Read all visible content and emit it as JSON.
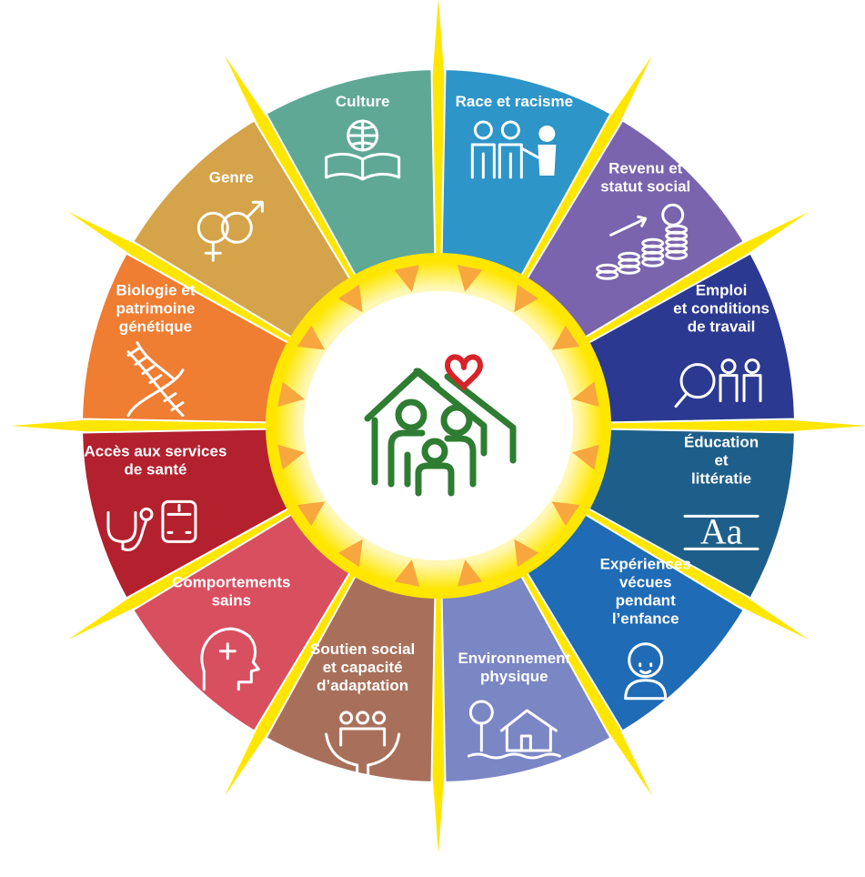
{
  "segments": [
    {
      "id": "race",
      "lines": [
        "Race et racisme"
      ],
      "color": "#2e95c8",
      "icon": "people-pointing-icon"
    },
    {
      "id": "revenu",
      "lines": [
        "Revenu et",
        "statut social"
      ],
      "color": "#7a64ad",
      "icon": "coins-dollar-icon"
    },
    {
      "id": "emploi",
      "lines": [
        "Emploi",
        "et conditions",
        "de travail"
      ],
      "color": "#2b3990",
      "icon": "magnifier-workers-icon"
    },
    {
      "id": "education",
      "lines": [
        "Éducation",
        "et",
        "littératie"
      ],
      "color": "#1d5f8a",
      "icon": "alphabet-aa-icon"
    },
    {
      "id": "enfance",
      "lines": [
        "Expériences",
        "vécues",
        "pendant",
        "l’enfance"
      ],
      "color": "#1f6bb5",
      "icon": "baby-icon"
    },
    {
      "id": "environnement",
      "lines": [
        "Environnement",
        "physique"
      ],
      "color": "#7b86c4",
      "icon": "house-tree-icon"
    },
    {
      "id": "soutien",
      "lines": [
        "Soutien social",
        "et capacité",
        "d’adaptation"
      ],
      "color": "#a8705a",
      "icon": "hands-community-icon"
    },
    {
      "id": "comportements",
      "lines": [
        "Comportements",
        "sains"
      ],
      "color": "#d84f5f",
      "icon": "head-cross-icon"
    },
    {
      "id": "acces",
      "lines": [
        "Accès aux services",
        "de santé"
      ],
      "color": "#b3202e",
      "icon": "stethoscope-ambulance-icon"
    },
    {
      "id": "biologie",
      "lines": [
        "Biologie et",
        "patrimoine",
        "génétique"
      ],
      "color": "#ef7d32",
      "icon": "dna-icon"
    },
    {
      "id": "genre",
      "lines": [
        "Genre"
      ],
      "color": "#d4a34a",
      "icon": "gender-symbols-icon"
    },
    {
      "id": "culture",
      "lines": [
        "Culture"
      ],
      "color": "#5fa896",
      "icon": "globe-book-icon"
    }
  ],
  "colors": {
    "sun": "#ffe600",
    "triangles": "#f7a73d",
    "home": "#2e7d32",
    "heart": "#d8232a"
  },
  "center_icon": "family-home-heart-icon"
}
